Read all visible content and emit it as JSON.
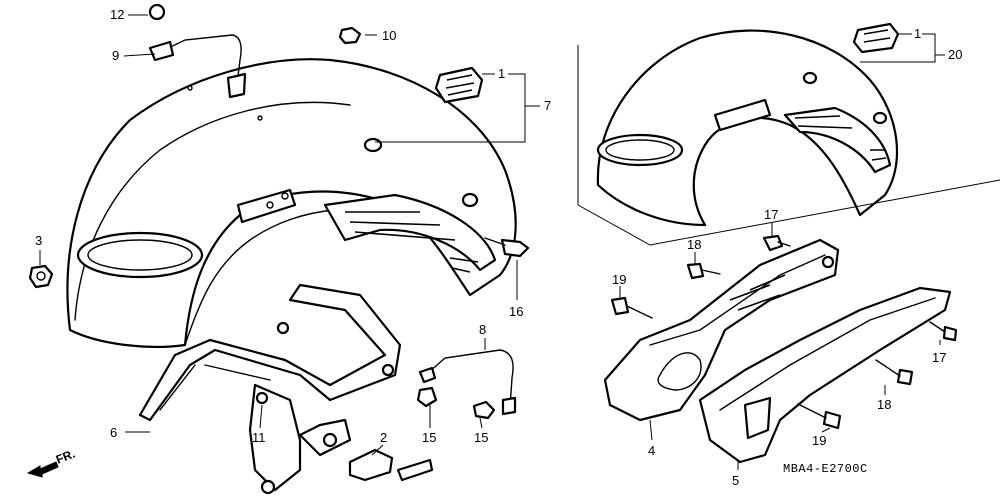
{
  "diagram": {
    "callouts": [
      {
        "id": "c12",
        "label": "12"
      },
      {
        "id": "c9",
        "label": "9"
      },
      {
        "id": "c10",
        "label": "10"
      },
      {
        "id": "c1a",
        "label": "1"
      },
      {
        "id": "c7",
        "label": "7"
      },
      {
        "id": "c1b",
        "label": "1"
      },
      {
        "id": "c20",
        "label": "20"
      },
      {
        "id": "c3",
        "label": "3"
      },
      {
        "id": "c16",
        "label": "16"
      },
      {
        "id": "c17a",
        "label": "17"
      },
      {
        "id": "c18a",
        "label": "18"
      },
      {
        "id": "c19a",
        "label": "19"
      },
      {
        "id": "c8",
        "label": "8"
      },
      {
        "id": "c17b",
        "label": "17"
      },
      {
        "id": "c18b",
        "label": "18"
      },
      {
        "id": "c6",
        "label": "6"
      },
      {
        "id": "c11",
        "label": "11"
      },
      {
        "id": "c15a",
        "label": "15"
      },
      {
        "id": "c15b",
        "label": "15"
      },
      {
        "id": "c2",
        "label": "2"
      },
      {
        "id": "c4",
        "label": "4"
      },
      {
        "id": "c19b",
        "label": "19"
      },
      {
        "id": "c5",
        "label": "5"
      }
    ],
    "direction_label": "FR.",
    "drawing_code": "MBA4-E2700C"
  }
}
